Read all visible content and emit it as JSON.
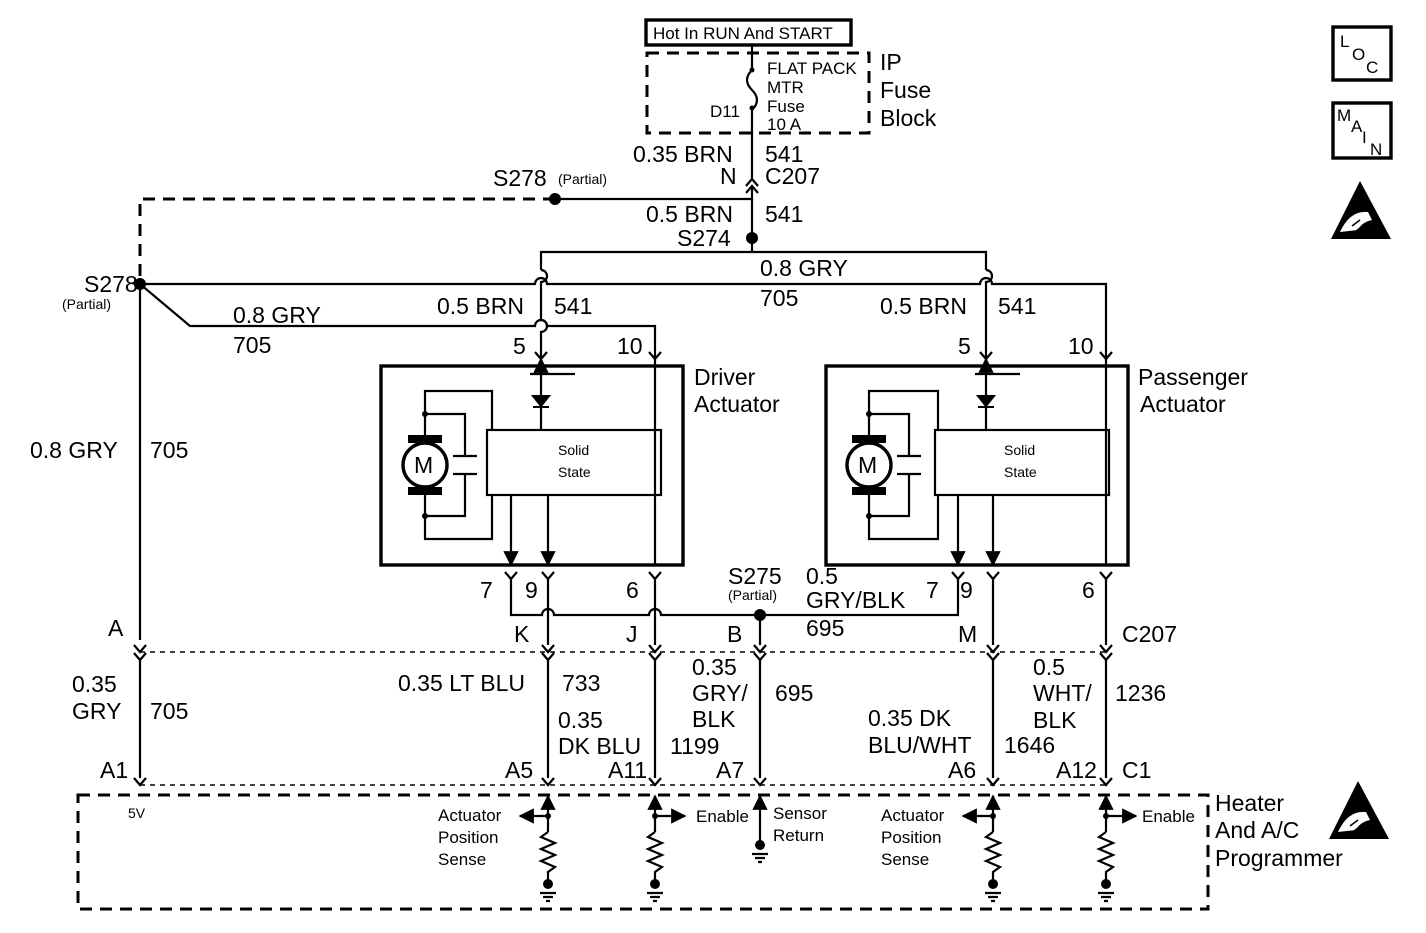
{
  "power": {
    "hot_label": "Hot In RUN And START"
  },
  "fuse_block": {
    "name_line1": "IP",
    "name_line2": "Fuse",
    "name_line3": "Block",
    "fuse_line1": "FLAT PACK",
    "fuse_line2": "MTR",
    "fuse_line3": "Fuse",
    "fuse_line4": "10 A",
    "cavity": "D11"
  },
  "wires_top": {
    "w1_size": "0.35 BRN",
    "w1_circuit": "541",
    "w1_pin": "N",
    "w1_conn": "C207",
    "w2_size": "0.5 BRN",
    "w2_circuit": "541",
    "s274": "S274",
    "s278_top": "S278",
    "s278_top_partial": "(Partial)",
    "s278_left": "S278",
    "s278_left_partial": "(Partial)",
    "gry_top_size": "0.8 GRY",
    "gry_top_circuit": "705",
    "gry_left_size": "0.8 GRY",
    "gry_left_circuit": "705",
    "drv_brn_size": "0.5 BRN",
    "drv_brn_circuit": "541",
    "pas_brn_size": "0.5 BRN",
    "pas_brn_circuit": "541",
    "gry_vert_size": "0.8 GRY",
    "gry_vert_circuit": "705"
  },
  "driver": {
    "name_line1": "Driver",
    "name_line2": "Actuator",
    "motor": "M",
    "ss_line1": "Solid",
    "ss_line2": "State",
    "pin5": "5",
    "pin10": "10",
    "pin7": "7",
    "pin9": "9",
    "pin6": "6"
  },
  "passenger": {
    "name_line1": "Passenger",
    "name_line2": "Actuator",
    "motor": "M",
    "ss_line1": "Solid",
    "ss_line2": "State",
    "pin5": "5",
    "pin10": "10",
    "pin7": "7",
    "pin9": "9",
    "pin6": "6"
  },
  "splice_mid": {
    "s275": "S275",
    "s275_partial": "(Partial)",
    "size_line1": "0.5",
    "size_line2": "GRY/BLK",
    "circuit": "695"
  },
  "c207_pins": {
    "a": "A",
    "k": "K",
    "j": "J",
    "b": "B",
    "m": "M",
    "conn": "C207"
  },
  "lower_wires": {
    "a_size1": "0.35",
    "a_size2": "GRY",
    "a_circuit": "705",
    "k_size": "0.35 LT BLU",
    "k_circuit": "733",
    "j_size1": "0.35",
    "j_size2": "DK BLU",
    "j_circuit": "1199",
    "b_size1": "0.35",
    "b_size2": "GRY/",
    "b_size3": "BLK",
    "b_circuit": "695",
    "m_size1": "0.35 DK",
    "m_size2": "BLU/WHT",
    "m_circuit": "1646",
    "c_size1": "0.5",
    "c_size2": "WHT/",
    "c_size3": "BLK",
    "c_circuit": "1236"
  },
  "programmer": {
    "name_line1": "Heater",
    "name_line2": "And A/C",
    "name_line3": "Programmer",
    "pin_a1": "A1",
    "pin_a5": "A5",
    "pin_a11": "A11",
    "pin_a7": "A7",
    "pin_a6": "A6",
    "pin_a12": "A12",
    "pin_c1": "C1",
    "v5": "5V",
    "aps1_l1": "Actuator",
    "aps1_l2": "Position",
    "aps1_l3": "Sense",
    "enable1": "Enable",
    "sr_l1": "Sensor",
    "sr_l2": "Return",
    "aps2_l1": "Actuator",
    "aps2_l2": "Position",
    "aps2_l3": "Sense",
    "enable2": "Enable"
  },
  "icons": {
    "loc_l": "L",
    "loc_o": "O",
    "loc_c": "C",
    "main_m": "M",
    "main_a": "A",
    "main_i": "I",
    "main_n": "N",
    "esd_top": "esd-warning-icon",
    "esd_bottom": "esd-warning-icon"
  }
}
